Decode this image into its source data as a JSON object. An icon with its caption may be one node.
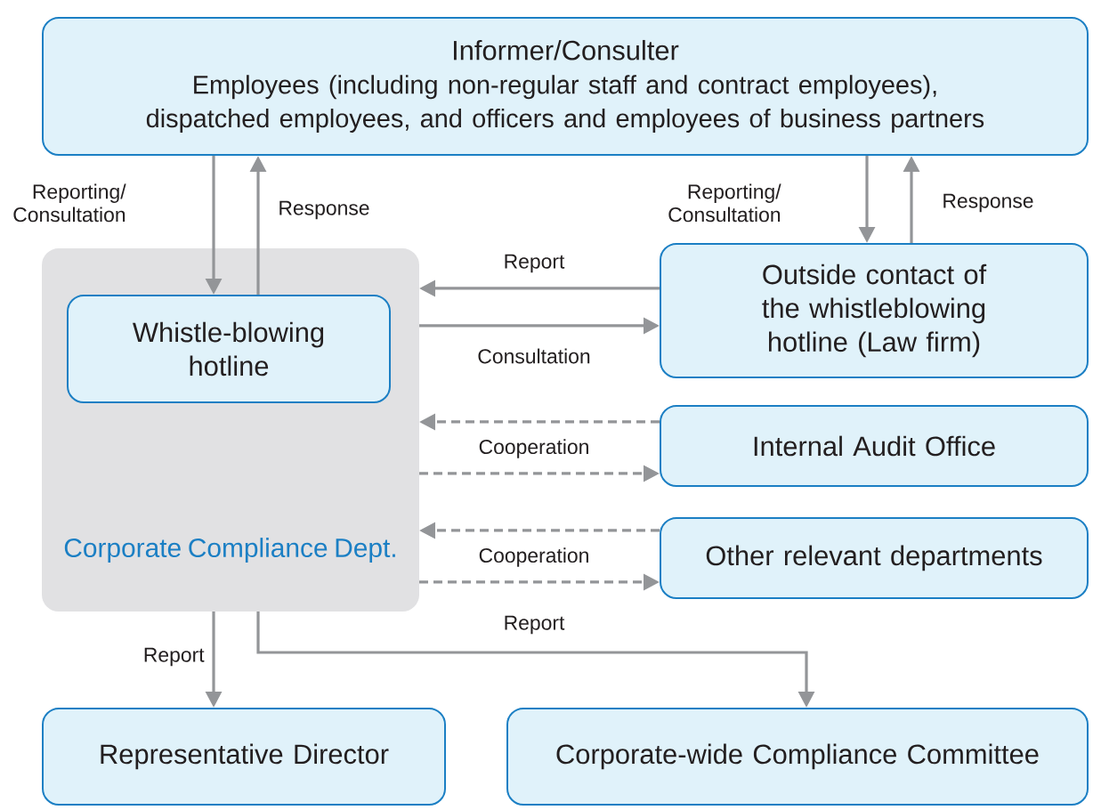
{
  "diagram": {
    "nodes": [
      {
        "text": [
          "Informer/Consulter",
          "Employees (including non-regular staff and contract employees), dispatched employees, and officers and employees of business partners"
        ]
      },
      {
        "text": [
          "Corporate Compliance Dept."
        ]
      },
      {
        "text": [
          "Whistle-blowing hotline"
        ],
        "in": 1
      },
      {
        "text": [
          "Outside contact of the whistleblowing hotline (Law firm)"
        ]
      },
      {
        "text": [
          "Internal Audit Office"
        ]
      },
      {
        "text": [
          "Other relevant departments"
        ]
      },
      {
        "text": [
          "Representative Director"
        ]
      },
      {
        "text": [
          "Corporate-wide Compliance Committee"
        ]
      }
    ],
    "edges": [
      {
        "from": 0,
        "to": 2,
        "arrow": "to",
        "label": "Reporting/ Consultation"
      },
      {
        "from": 2,
        "to": 0,
        "arrow": "to",
        "label": "Response"
      },
      {
        "from": 0,
        "to": 3,
        "arrow": "to",
        "label": "Reporting/ Consultation"
      },
      {
        "from": 3,
        "to": 0,
        "arrow": "to",
        "label": "Response"
      },
      {
        "from": 3,
        "to": 1,
        "arrow": "to",
        "label": "Report"
      },
      {
        "from": 1,
        "to": 3,
        "arrow": "to",
        "label": "Consultation"
      },
      {
        "from": 4,
        "to": 1,
        "arrow": "to",
        "style": "dashed",
        "label": "Cooperation"
      },
      {
        "from": 1,
        "to": 4,
        "arrow": "to",
        "style": "dashed"
      },
      {
        "from": 5,
        "to": 1,
        "arrow": "to",
        "style": "dashed",
        "label": "Cooperation"
      },
      {
        "from": 1,
        "to": 5,
        "arrow": "to",
        "style": "dashed"
      },
      {
        "from": 1,
        "to": 6,
        "arrow": "to",
        "label": "Report"
      },
      {
        "from": 1,
        "to": 7,
        "arrow": "to",
        "label": "Report"
      }
    ]
  }
}
